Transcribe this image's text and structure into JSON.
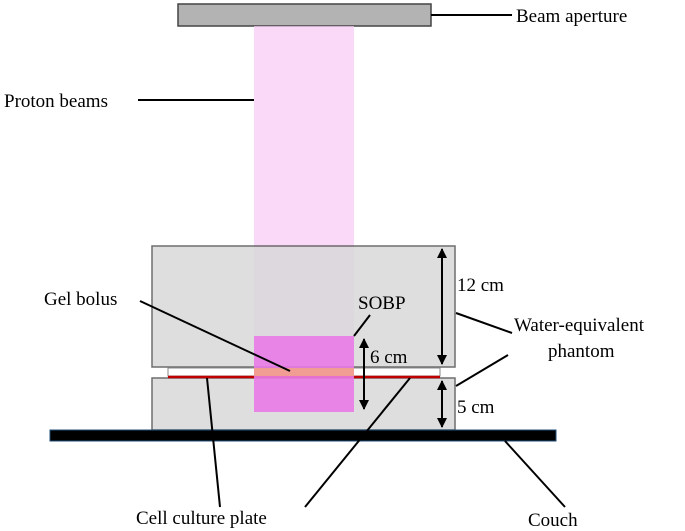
{
  "labels": {
    "beam_aperture": "Beam aperture",
    "proton_beams": "Proton beams",
    "gel_bolus": "Gel bolus",
    "sobp": "SOBP",
    "phantom_line1": "Water-equivalent",
    "phantom_line2": "phantom",
    "cell_culture_plate": "Cell culture plate",
    "couch": "Couch"
  },
  "dimensions": {
    "upper_phantom": "12 cm",
    "sobp_depth": "6 cm",
    "lower_phantom": "5 cm"
  },
  "colors": {
    "aperture": "#b3b3b3",
    "phantom": "#d9d9d9",
    "beam": "#f7c8f5",
    "sobp": "#e87be6",
    "plate_line": "#c00000",
    "couch": "#000000"
  }
}
